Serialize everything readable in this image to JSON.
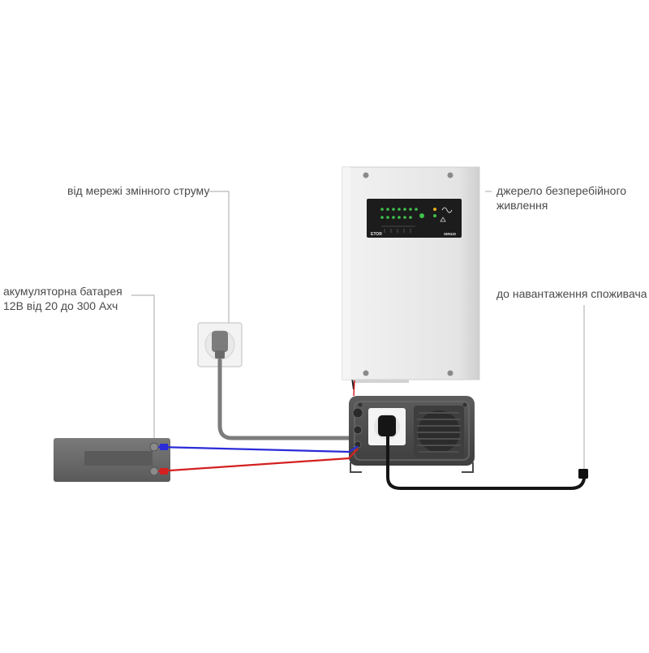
{
  "labels": {
    "mains": "від мережі змінного струму",
    "ups_line1": "джерело безперебійного",
    "ups_line2": "живлення",
    "battery_line1": "акумуляторна батарея",
    "battery_line2": "12В від 20 до 300 Ахч",
    "load": "до навантаження споживача"
  },
  "device": {
    "brand": "ETOR",
    "model": "SIRIUS"
  },
  "colors": {
    "label_text": "#4a4a4a",
    "leader_line": "#b0b0b0",
    "ups_body": "#e6e6e6",
    "panel": "#1c1c1c",
    "led_green": "#3fc24a",
    "led_yellow": "#e8b020",
    "inverter_body": "#4e4e4e",
    "battery_body": "#6b6b6b",
    "wire_blue": "#2b2bd8",
    "wire_red": "#d42020",
    "cable_gray": "#7a7a7a",
    "cable_black": "#151515"
  },
  "icons": [
    "wall-socket-icon",
    "plug-icon",
    "fan-grille-icon",
    "sine-wave-icon",
    "warning-icon"
  ]
}
